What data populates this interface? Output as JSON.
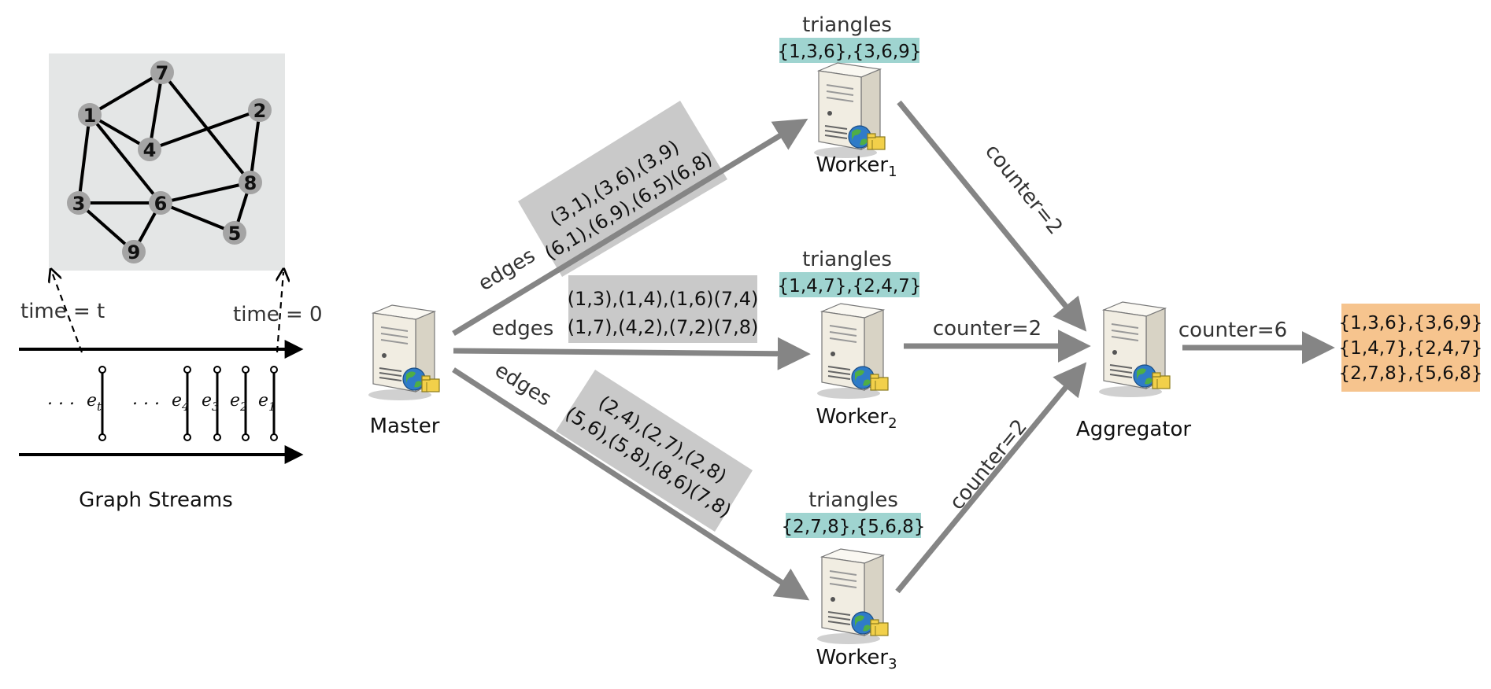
{
  "graph": {
    "nodes": [
      {
        "id": "1",
        "label": "1"
      },
      {
        "id": "2",
        "label": "2"
      },
      {
        "id": "3",
        "label": "3"
      },
      {
        "id": "4",
        "label": "4"
      },
      {
        "id": "5",
        "label": "5"
      },
      {
        "id": "6",
        "label": "6"
      },
      {
        "id": "7",
        "label": "7"
      },
      {
        "id": "8",
        "label": "8"
      },
      {
        "id": "9",
        "label": "9"
      }
    ],
    "edges": [
      [
        "1",
        "7"
      ],
      [
        "1",
        "4"
      ],
      [
        "1",
        "6"
      ],
      [
        "1",
        "3"
      ],
      [
        "7",
        "4"
      ],
      [
        "7",
        "8"
      ],
      [
        "4",
        "2"
      ],
      [
        "2",
        "8"
      ],
      [
        "3",
        "6"
      ],
      [
        "3",
        "9"
      ],
      [
        "6",
        "9"
      ],
      [
        "6",
        "8"
      ],
      [
        "6",
        "5"
      ],
      [
        "8",
        "5"
      ]
    ]
  },
  "stream": {
    "time_t_label": "time = t",
    "time_0_label": "time = 0",
    "dots_left": ". . .",
    "dots_mid": ". . .",
    "events": [
      {
        "main": "e",
        "sub": "t"
      },
      {
        "main": "e",
        "sub": "4"
      },
      {
        "main": "e",
        "sub": "3"
      },
      {
        "main": "e",
        "sub": "2"
      },
      {
        "main": "e",
        "sub": "1"
      }
    ],
    "caption": "Graph Streams"
  },
  "master": {
    "label": "Master"
  },
  "workers": [
    {
      "name": "Worker",
      "sub": "1",
      "triangles_label": "triangles",
      "triangles": "{1,3,6},{3,6,9}",
      "edge_label": "edges",
      "edge_lines": [
        "(3,1),(3,6),(3,9)",
        "(6,1),(6,9),(6,5)(6,8)"
      ],
      "counter": "counter=2"
    },
    {
      "name": "Worker",
      "sub": "2",
      "triangles_label": "triangles",
      "triangles": "{1,4,7},{2,4,7}",
      "edge_label": "edges",
      "edge_lines": [
        "(1,3),(1,4),(1,6)(7,4)",
        "(1,7),(4,2),(7,2)(7,8)"
      ],
      "counter": "counter=2"
    },
    {
      "name": "Worker",
      "sub": "3",
      "triangles_label": "triangles",
      "triangles": "{2,7,8},{5,6,8}",
      "edge_label": "edges",
      "edge_lines": [
        "(2,4),(2,7),(2,8)",
        "(5,6),(5,8),(8,6)(7,8)"
      ],
      "counter": "counter=2"
    }
  ],
  "aggregator": {
    "label": "Aggregator",
    "counter": "counter=6",
    "result_lines": [
      "{1,3,6},{3,6,9}",
      "{1,4,7},{2,4,7}",
      "{2,7,8},{5,6,8}"
    ]
  },
  "colors": {
    "arrow": "#858585",
    "graph_bg": "#e4e6e6",
    "node_fill": "#a4a4a4",
    "edge_box": "#c9c9c9",
    "triangle_box": "#9fd4d0",
    "result_box": "#f6c48e",
    "server_body": "#f1ede2"
  }
}
